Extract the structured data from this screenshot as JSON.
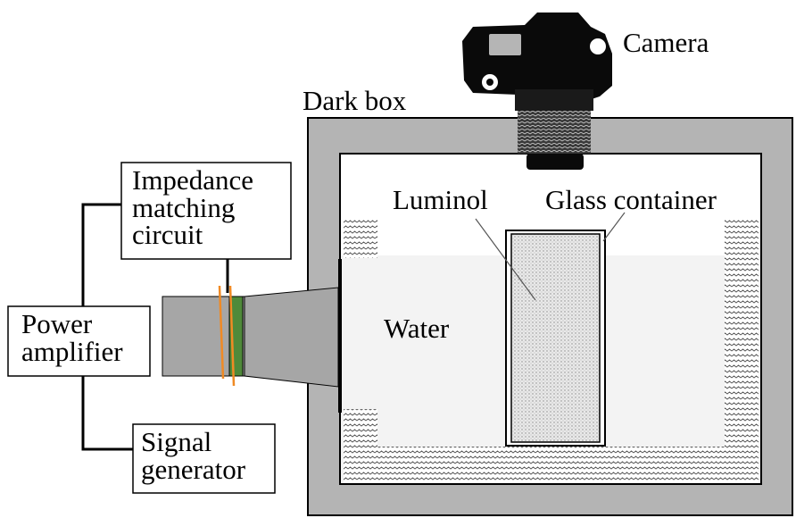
{
  "labels": {
    "camera": "Camera",
    "dark_box": "Dark box",
    "impedance_line1": "Impedance",
    "impedance_line2": "matching",
    "impedance_line3": "circuit",
    "luminol": "Luminol",
    "glass_container": "Glass container",
    "power_line1": "Power",
    "power_line2": "amplifier",
    "water": "Water",
    "signal_line1": "Signal",
    "signal_line2": "generator"
  },
  "colors": {
    "box_wall": "#b4b4b4",
    "water": "#f3f3f3",
    "coil_orange": "#f08a24",
    "coil_green": "#4f8a3a",
    "transducer": "#a6a6a6",
    "camera_body": "#0a0a0a"
  }
}
